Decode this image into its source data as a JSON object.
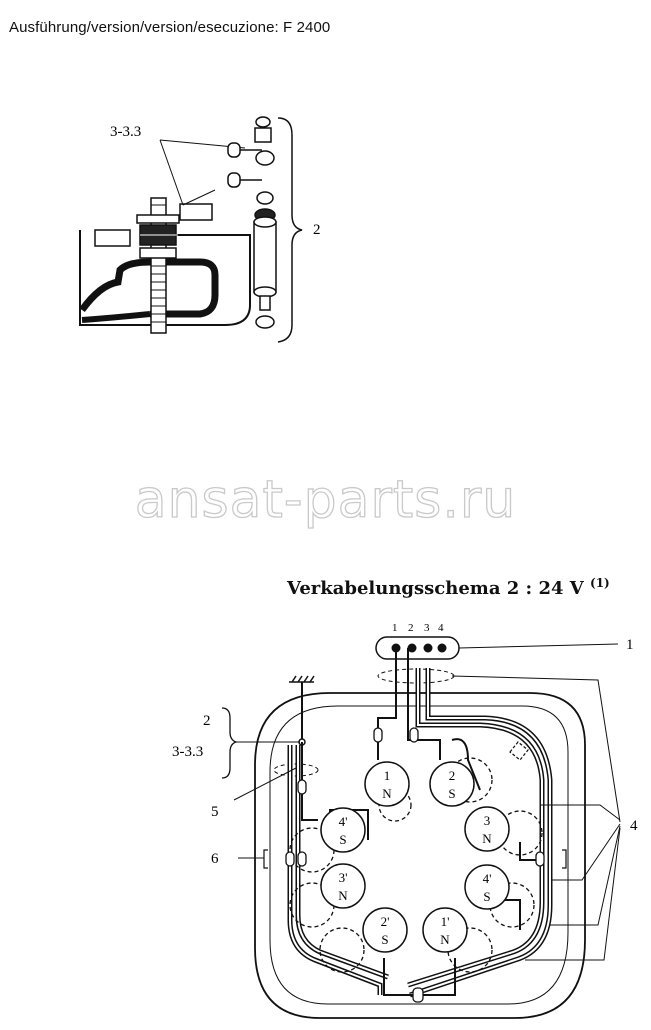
{
  "header": {
    "text": "Ausführung/version/version/esecuzione: F 2400"
  },
  "watermark": {
    "text": "ansat-parts.ru"
  },
  "wiring": {
    "title": "Verkabelungsschema 2 : 24 V",
    "title_note": "(1)"
  },
  "mount_detail": {
    "label_part": "3-3.3",
    "label_group": "2"
  },
  "schema": {
    "terminals": [
      "1",
      "2",
      "3",
      "4"
    ],
    "callouts": {
      "c1": "1",
      "c2": "2",
      "c33": "3-3.3",
      "c4": "4",
      "c5": "5",
      "c6": "6"
    },
    "poles": [
      {
        "id": "1",
        "pol": "N"
      },
      {
        "id": "2",
        "pol": "S"
      },
      {
        "id": "3",
        "pol": "N"
      },
      {
        "id": "4'",
        "pol": "S"
      },
      {
        "id": "1'",
        "pol": "N"
      },
      {
        "id": "2'",
        "pol": "S"
      },
      {
        "id": "3'",
        "pol": "N"
      },
      {
        "id": "4'",
        "pol": "S"
      }
    ]
  }
}
